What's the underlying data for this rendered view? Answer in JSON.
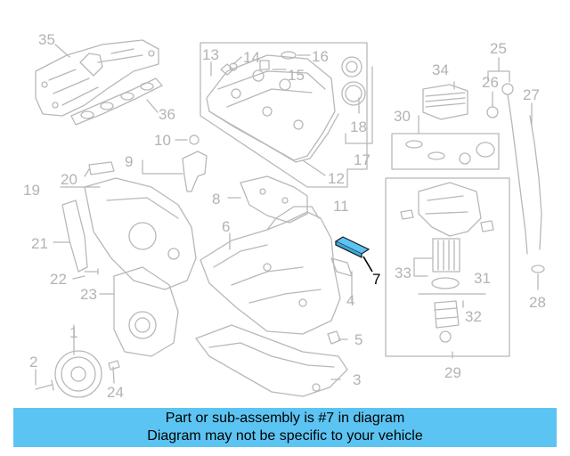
{
  "banner": {
    "line1": "Part or sub-assembly is #7 in diagram",
    "line2": "Diagram may not be specific to your vehicle"
  },
  "highlight_color": "#5cc4f2",
  "label_color": "#b3b3b3",
  "parts": [
    {
      "number": "1",
      "highlighted": false
    },
    {
      "number": "2",
      "highlighted": false
    },
    {
      "number": "3",
      "highlighted": false
    },
    {
      "number": "4",
      "highlighted": false
    },
    {
      "number": "5",
      "highlighted": false
    },
    {
      "number": "6",
      "highlighted": false
    },
    {
      "number": "7",
      "highlighted": true
    },
    {
      "number": "8",
      "highlighted": false
    },
    {
      "number": "9",
      "highlighted": false
    },
    {
      "number": "10",
      "highlighted": false
    },
    {
      "number": "11",
      "highlighted": false
    },
    {
      "number": "12",
      "highlighted": false
    },
    {
      "number": "13",
      "highlighted": false
    },
    {
      "number": "14",
      "highlighted": false
    },
    {
      "number": "15",
      "highlighted": false
    },
    {
      "number": "16",
      "highlighted": false
    },
    {
      "number": "17",
      "highlighted": false
    },
    {
      "number": "18",
      "highlighted": false
    },
    {
      "number": "19",
      "highlighted": false
    },
    {
      "number": "20",
      "highlighted": false
    },
    {
      "number": "21",
      "highlighted": false
    },
    {
      "number": "22",
      "highlighted": false
    },
    {
      "number": "23",
      "highlighted": false
    },
    {
      "number": "24",
      "highlighted": false
    },
    {
      "number": "25",
      "highlighted": false
    },
    {
      "number": "26",
      "highlighted": false
    },
    {
      "number": "27",
      "highlighted": false
    },
    {
      "number": "28",
      "highlighted": false
    },
    {
      "number": "29",
      "highlighted": false
    },
    {
      "number": "30",
      "highlighted": false
    },
    {
      "number": "31",
      "highlighted": false
    },
    {
      "number": "32",
      "highlighted": false
    },
    {
      "number": "33",
      "highlighted": false
    },
    {
      "number": "34",
      "highlighted": false
    },
    {
      "number": "35",
      "highlighted": false
    },
    {
      "number": "36",
      "highlighted": false
    }
  ]
}
